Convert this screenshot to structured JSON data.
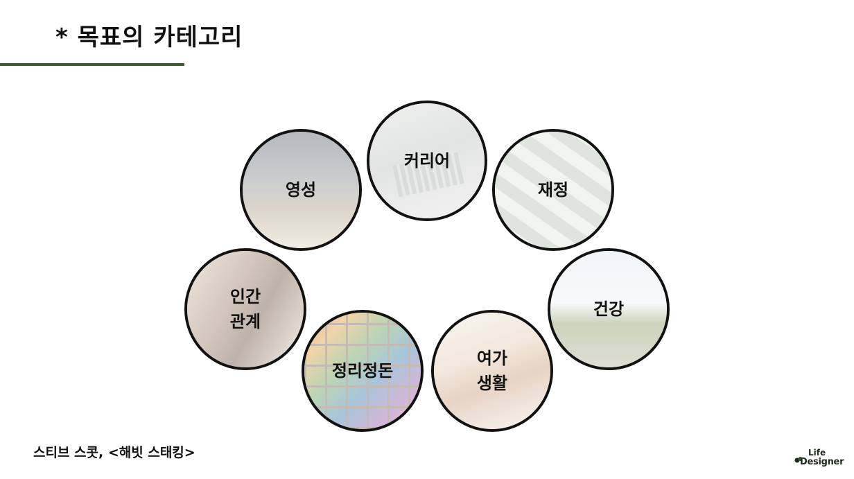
{
  "slide": {
    "title": "* 목표의 카테고리",
    "source": "스티브 스콧, <해빗 스태킹>",
    "accent_color": "#3b5a2d"
  },
  "categories": [
    {
      "key": "career",
      "label": "커리어"
    },
    {
      "key": "spirit",
      "label": "영성"
    },
    {
      "key": "finance",
      "label": "재정"
    },
    {
      "key": "relation",
      "label": "인간\n관계"
    },
    {
      "key": "health",
      "label": "건강"
    },
    {
      "key": "organize",
      "label": "정리정돈"
    },
    {
      "key": "leisure",
      "label": "여가\n생활"
    }
  ],
  "logo": {
    "line1": "Life",
    "line2": "Designer",
    "mark_icon": "leaf-icon"
  }
}
